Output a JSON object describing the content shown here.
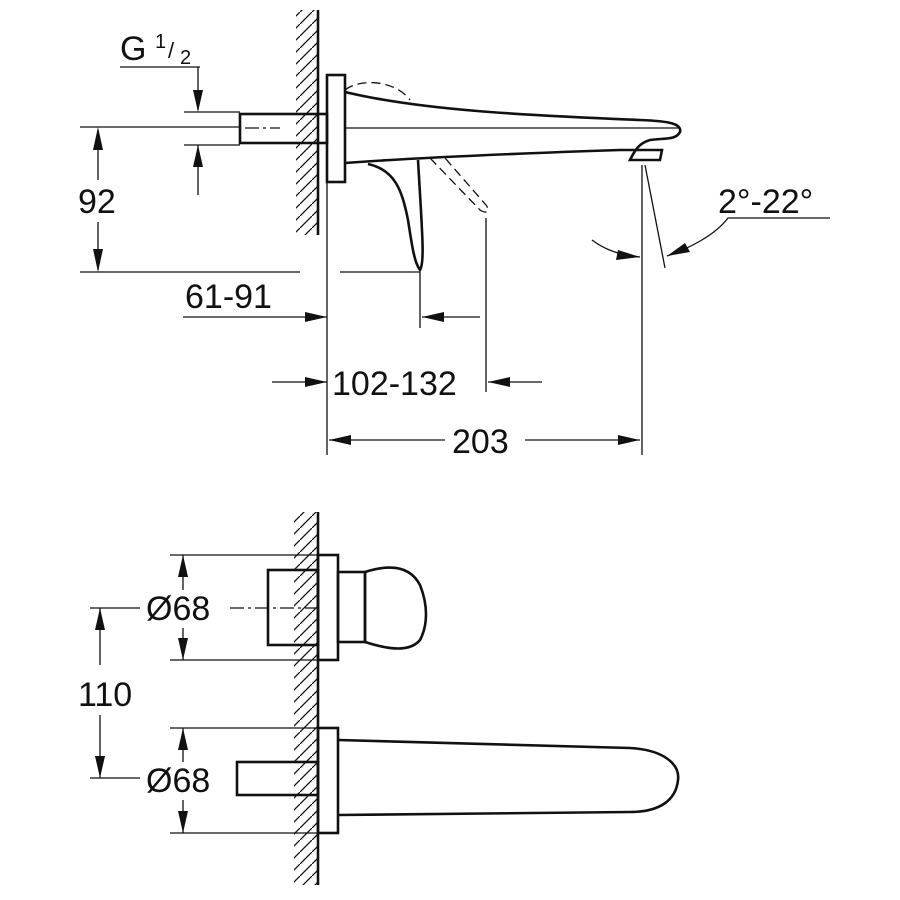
{
  "top_view": {
    "thread_label": "G",
    "thread_num": "1",
    "thread_den": "2",
    "dim_height": "92",
    "dim_wall": "61-91",
    "dim_handle": "102-132",
    "dim_projection": "203",
    "dim_angle": "2°-22°"
  },
  "front_view": {
    "dim_diameter_upper": "Ø68",
    "dim_spacing": "110",
    "dim_diameter_lower": "Ø68"
  }
}
